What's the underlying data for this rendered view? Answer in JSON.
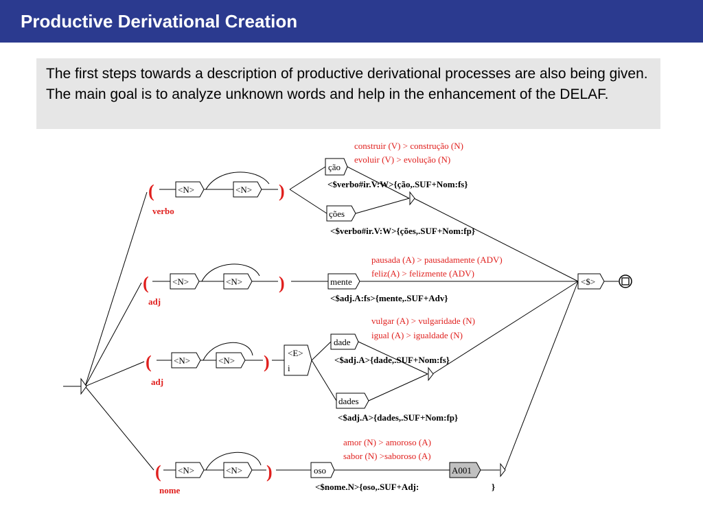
{
  "title": "Productive Derivational Creation",
  "description": "The first steps towards a description of productive derivational processes are also being given. The main goal is to analyze unknown words and help in the enhancement of the DELAF.",
  "colors": {
    "title_bar": "#2b3a8f",
    "desc_bg": "#e6e6e6",
    "red": "#e0201e",
    "black": "#000000",
    "box_gray": "#c0c0c0"
  },
  "graph": {
    "open_paren": "(",
    "close_paren": ")",
    "box_N": "<N>",
    "box_E": "<E>",
    "box_E_sub": "i",
    "box_end": "<$>",
    "branches": {
      "verbo": {
        "label": "verbo",
        "boxes": [
          "ção",
          "ções"
        ],
        "outputs": [
          "<$verbo#ir.V:W>{ção,.SUF+Nom:fs}",
          "<$verbo#ir.V:W>{ções,.SUF+Nom:fp}"
        ],
        "examples": [
          "construir (V) > construção (N)",
          "evoluir (V) > evolução (N)"
        ]
      },
      "adj_mente": {
        "label": "adj",
        "boxes": [
          "mente"
        ],
        "outputs": [
          "<$adj.A:fs>{mente,.SUF+Adv}"
        ],
        "examples": [
          "pausada (A) > pausadamente (ADV)",
          "feliz(A) > felizmente (ADV)"
        ]
      },
      "adj_dade": {
        "label": "adj",
        "boxes": [
          "dade",
          "dades"
        ],
        "outputs": [
          "<$adj.A>{dade,.SUF+Nom:fs}",
          "<$adj.A>{dades,.SUF+Nom:fp}"
        ],
        "examples": [
          "vulgar (A) > vulgaridade (N)",
          "igual (A) > igualdade (N)"
        ]
      },
      "nome": {
        "label": "nome",
        "boxes": [
          "oso"
        ],
        "subgraph": "A001",
        "outputs": [
          "<$nome.N>{oso,.SUF+Adj:",
          "}"
        ],
        "examples": [
          "amor (N) > amoroso (A)",
          "sabor (N) >saboroso (A)"
        ]
      }
    }
  }
}
